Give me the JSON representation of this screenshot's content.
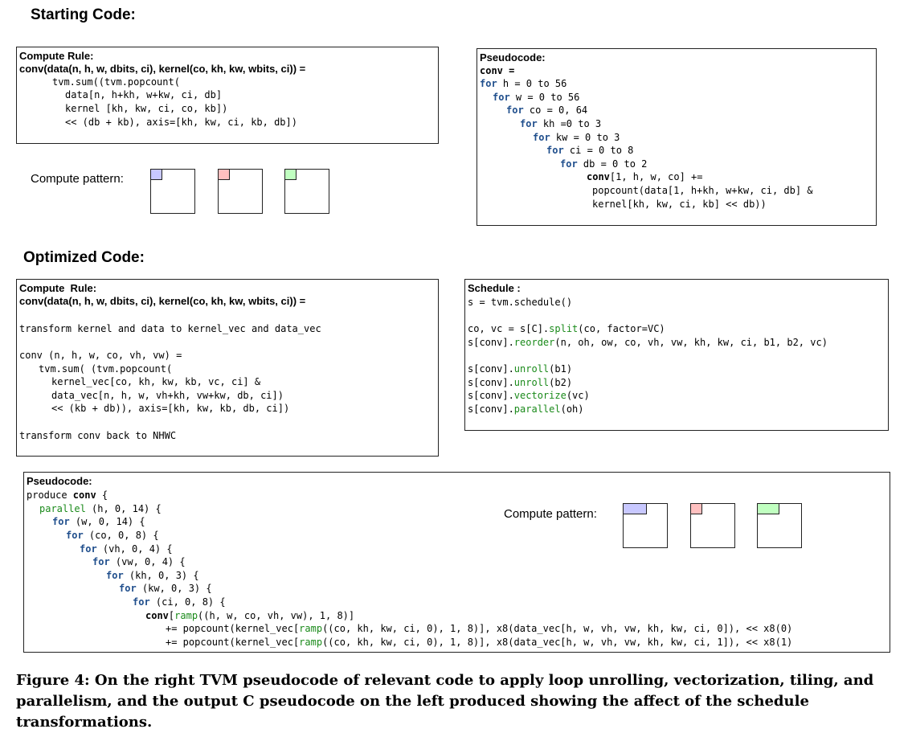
{
  "headings": {
    "starting": "Starting Code:",
    "optimized": "Optimized Code:"
  },
  "start_rule": {
    "title": "Compute Rule:",
    "signature": "conv(data(n, h, w, dbits, ci), kernel(co, kh, kw, wbits, ci)) =",
    "lines": [
      "tvm.sum((tvm.popcount(",
      "data[n, h+kh, w+kw, ci, db]",
      "kernel [kh, kw, ci, co, kb])",
      "<< (db + kb), axis=[kh, kw, ci, kb, db])"
    ]
  },
  "start_pattern": {
    "label": "Compute pattern:",
    "colors": [
      "#c8c8ff",
      "#ffc0c0",
      "#c0ffc0"
    ]
  },
  "start_pseudo": {
    "title": "Pseudocode:",
    "l0": "conv =",
    "l1": [
      "for",
      " h = 0 to 56"
    ],
    "l2": [
      "for",
      " w = 0 to 56"
    ],
    "l3": [
      "for",
      " co = 0, 64"
    ],
    "l4": [
      "for",
      " kh =0 to 3"
    ],
    "l5": [
      "for",
      " kw = 0 to 3"
    ],
    "l6": [
      "for",
      " ci = 0 to 8"
    ],
    "l7": [
      "for",
      " db = 0 to 2"
    ],
    "l8": [
      "conv",
      "[1, h, w, co] +="
    ],
    "l9": "popcount(data[1, h+kh, w+kw, ci, db] &",
    "l10": "kernel[kh, kw, ci, kb] << db))"
  },
  "opt_rule": {
    "title": "Compute  Rule:",
    "signature": "conv(data(n, h, w, dbits, ci), kernel(co, kh, kw, wbits, ci)) =",
    "lines": [
      "transform kernel and data to kernel_vec and data_vec",
      "conv (n, h, w, co, vh, vw) =",
      "tvm.sum( (tvm.popcount(",
      "kernel_vec[co, kh, kw, kb, vc, ci] &",
      "data_vec[n, h, w, vh+kh, vw+kw, db, ci])",
      "<< (kb + db)), axis=[kh, kw, kb, db, ci])",
      "transform conv back to NHWC"
    ]
  },
  "schedule": {
    "title": "Schedule :",
    "l0": "s = tvm.schedule()",
    "l1": "co, vc = s[C].",
    "l1f": "split",
    "l1r": "(co, factor=VC)",
    "l2": "s[conv].",
    "l2f": "reorder",
    "l2r": "(n, oh, ow, co, vh, vw, kh, kw, ci, b1, b2, vc)",
    "l3": "s[conv].",
    "l3f": "unroll",
    "l3r": "(b1)",
    "l4": "s[conv].",
    "l4f": "unroll",
    "l4r": "(b2)",
    "l5": "s[conv].",
    "l5f": "vectorize",
    "l5r": "(vc)",
    "l6": "s[conv].",
    "l6f": "parallel",
    "l6r": "(oh)"
  },
  "opt_pseudo": {
    "title": "Pseudocode:",
    "l0a": "produce ",
    "l0b": "conv",
    "l0c": " {",
    "l1a": "parallel",
    "l1b": " (h, 0, 14) {",
    "loops": [
      [
        "for",
        " (w, 0, 14) {"
      ],
      [
        "for",
        " (co, 0, 8) {"
      ],
      [
        "for",
        " (vh, 0, 4) {"
      ],
      [
        "for",
        " (vw, 0, 4) {"
      ],
      [
        "for",
        " (kh, 0, 3) {"
      ],
      [
        "for",
        " (kw, 0, 3) {"
      ],
      [
        "for",
        " (ci, 0, 8) {"
      ]
    ],
    "s1a": "conv",
    "s1b": "[",
    "s1c": "ramp",
    "s1d": "((h, w, co, vh, vw), 1, 8)]",
    "s2a": "+= popcount(kernel_vec[",
    "s2b": "ramp",
    "s2c": "((co, kh, kw, ci, 0), 1, 8)], x8(data_vec[h, w, vh, vw, kh, kw, ci, 0]), << x8(0)",
    "s3a": "+= popcount(kernel_vec[",
    "s3b": "ramp",
    "s3c": "((co, kh, kw, ci, 0), 1, 8)], x8(data_vec[h, w, vh, vw, kh, kw, ci, 1]), << x8(1)"
  },
  "opt_pattern": {
    "label": "Compute pattern:",
    "colors": [
      "#c8c8ff",
      "#ffc0c0",
      "#c0ffc0"
    ]
  },
  "caption": "Figure 4: On the right TVM pseudocode of relevant code to apply loop unrolling, vectorization, tiling, and parallelism, and the output C pseudocode on the left produced showing the affect of the schedule transformations."
}
